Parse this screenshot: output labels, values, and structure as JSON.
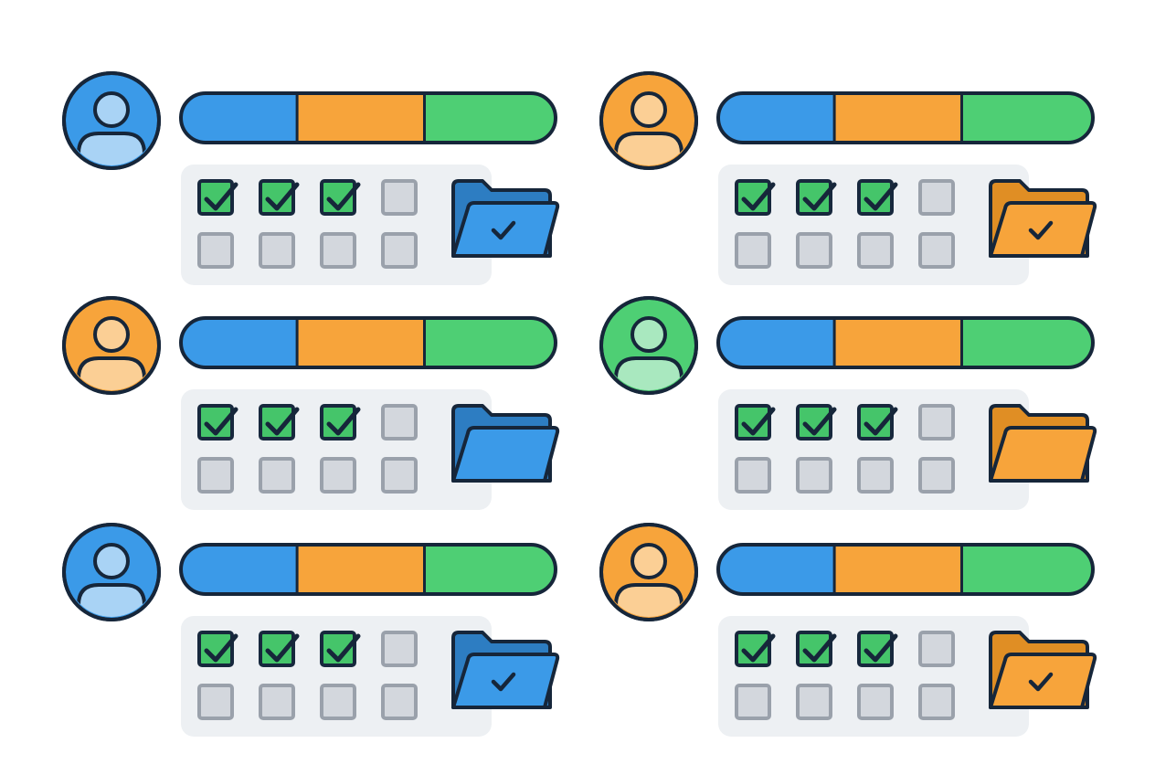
{
  "colors": {
    "outline": "#16263a",
    "blue": "#3b9ae8",
    "blue_dark": "#2d7dc2",
    "blue_light": "#a9d3f5",
    "orange": "#f7a43b",
    "orange_dark": "#e08e24",
    "orange_light": "#fbcf95",
    "green": "#4ecf74",
    "green_light": "#a9e8bf",
    "check_green": "#45c56a",
    "empty_fill": "#d3d7dd",
    "empty_border": "#9aa1ab",
    "panel": "#edf0f3"
  },
  "cards": [
    {
      "avatar": {
        "icon": "user-avatar-icon",
        "color": "blue"
      },
      "progress": {
        "segments": [
          {
            "color": "blue",
            "fraction": 0.31
          },
          {
            "color": "orange",
            "fraction": 0.34
          },
          {
            "color": "green",
            "fraction": 0.35
          }
        ]
      },
      "checkboxes": [
        [
          true,
          true,
          true,
          false
        ],
        [
          false,
          false,
          false,
          false
        ]
      ],
      "folder": {
        "icon": "folder-open-icon",
        "color": "blue",
        "checked": true
      }
    },
    {
      "avatar": {
        "icon": "user-avatar-icon",
        "color": "orange"
      },
      "progress": {
        "segments": [
          {
            "color": "blue",
            "fraction": 0.31
          },
          {
            "color": "orange",
            "fraction": 0.34
          },
          {
            "color": "green",
            "fraction": 0.35
          }
        ]
      },
      "checkboxes": [
        [
          true,
          true,
          true,
          false
        ],
        [
          false,
          false,
          false,
          false
        ]
      ],
      "folder": {
        "icon": "folder-open-icon",
        "color": "orange",
        "checked": true
      }
    },
    {
      "avatar": {
        "icon": "user-avatar-icon",
        "color": "orange"
      },
      "progress": {
        "segments": [
          {
            "color": "blue",
            "fraction": 0.31
          },
          {
            "color": "orange",
            "fraction": 0.34
          },
          {
            "color": "green",
            "fraction": 0.35
          }
        ]
      },
      "checkboxes": [
        [
          true,
          true,
          true,
          false
        ],
        [
          false,
          false,
          false,
          false
        ]
      ],
      "folder": {
        "icon": "folder-open-icon",
        "color": "blue",
        "checked": false
      }
    },
    {
      "avatar": {
        "icon": "user-avatar-icon",
        "color": "green"
      },
      "progress": {
        "segments": [
          {
            "color": "blue",
            "fraction": 0.31
          },
          {
            "color": "orange",
            "fraction": 0.34
          },
          {
            "color": "green",
            "fraction": 0.35
          }
        ]
      },
      "checkboxes": [
        [
          true,
          true,
          true,
          false
        ],
        [
          false,
          false,
          false,
          false
        ]
      ],
      "folder": {
        "icon": "folder-open-icon",
        "color": "orange",
        "checked": false
      }
    },
    {
      "avatar": {
        "icon": "user-avatar-icon",
        "color": "blue"
      },
      "progress": {
        "segments": [
          {
            "color": "blue",
            "fraction": 0.31
          },
          {
            "color": "orange",
            "fraction": 0.34
          },
          {
            "color": "green",
            "fraction": 0.35
          }
        ]
      },
      "checkboxes": [
        [
          true,
          true,
          true,
          false
        ],
        [
          false,
          false,
          false,
          false
        ]
      ],
      "folder": {
        "icon": "folder-open-icon",
        "color": "blue",
        "checked": true
      }
    },
    {
      "avatar": {
        "icon": "user-avatar-icon",
        "color": "orange"
      },
      "progress": {
        "segments": [
          {
            "color": "blue",
            "fraction": 0.31
          },
          {
            "color": "orange",
            "fraction": 0.34
          },
          {
            "color": "green",
            "fraction": 0.35
          }
        ]
      },
      "checkboxes": [
        [
          true,
          true,
          true,
          false
        ],
        [
          false,
          false,
          false,
          false
        ]
      ],
      "folder": {
        "icon": "folder-open-icon",
        "color": "orange",
        "checked": true
      }
    }
  ]
}
